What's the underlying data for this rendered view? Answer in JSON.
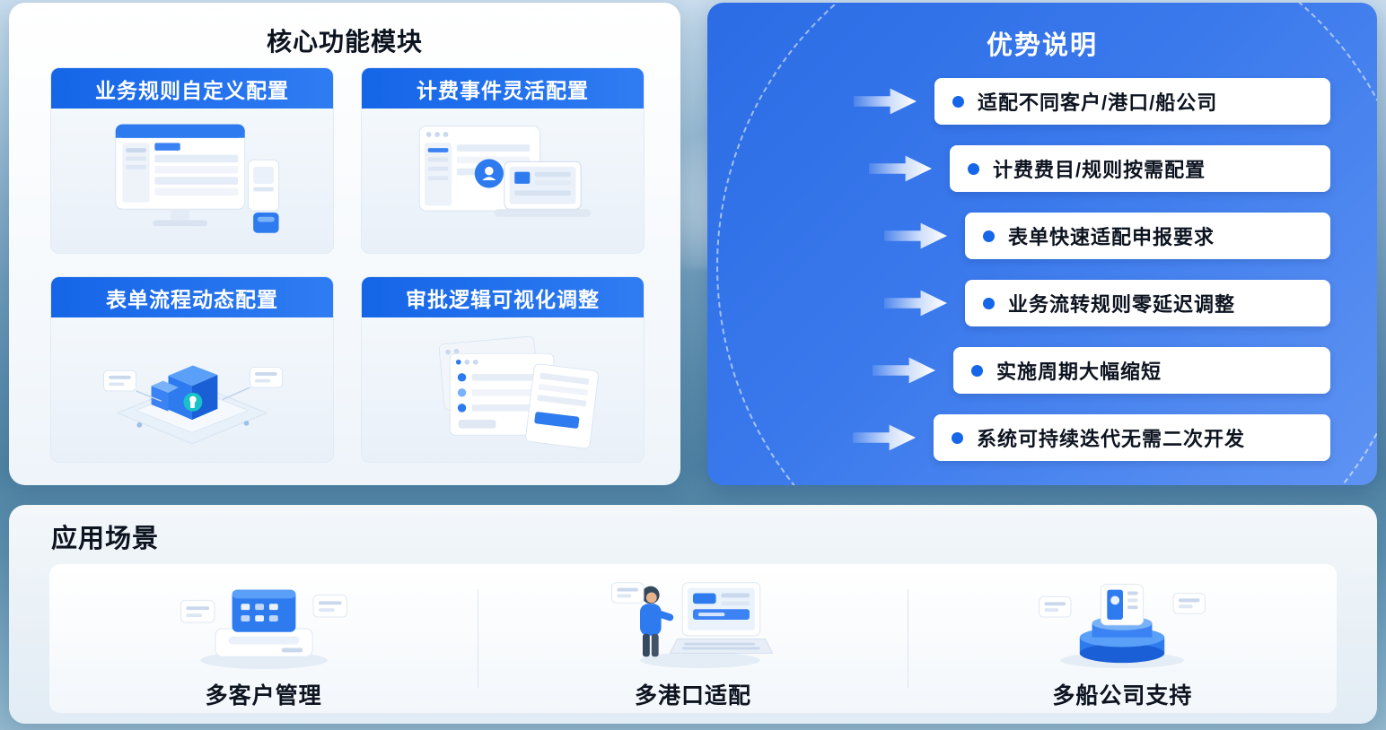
{
  "core_panel": {
    "title": "核心功能模块",
    "cards": [
      {
        "label": "业务规则自定义配置",
        "illustration": "desktop-admin-ui"
      },
      {
        "label": "计费事件灵活配置",
        "illustration": "browser-laptop-dashboard"
      },
      {
        "label": "表单流程动态配置",
        "illustration": "isometric-platform-blocks"
      },
      {
        "label": "审批逻辑可视化调整",
        "illustration": "stacked-form-sheets"
      }
    ]
  },
  "advantages_panel": {
    "title": "优势说明",
    "items": [
      "适配不同客户/港口/船公司",
      "计费费目/规则按需配置",
      "表单快速适配申报要求",
      "业务流转规则零延迟调整",
      "实施周期大幅缩短",
      "系统可持续迭代无需二次开发"
    ]
  },
  "scenarios_panel": {
    "title": "应用场景",
    "items": [
      {
        "label": "多客户管理",
        "illustration": "client-terminal-device"
      },
      {
        "label": "多港口适配",
        "illustration": "person-at-computer"
      },
      {
        "label": "多船公司支持",
        "illustration": "server-podium"
      }
    ]
  },
  "colors": {
    "accent_blue": "#1566e8",
    "card_header_gradient_start": "#1565e8",
    "card_header_gradient_end": "#2f7cf2",
    "advantages_panel_gradient_start": "#2b6ce5",
    "advantages_panel_gradient_end": "#5e93f2",
    "bullet_dot": "#1566e8",
    "text_dark": "#0d1420"
  }
}
